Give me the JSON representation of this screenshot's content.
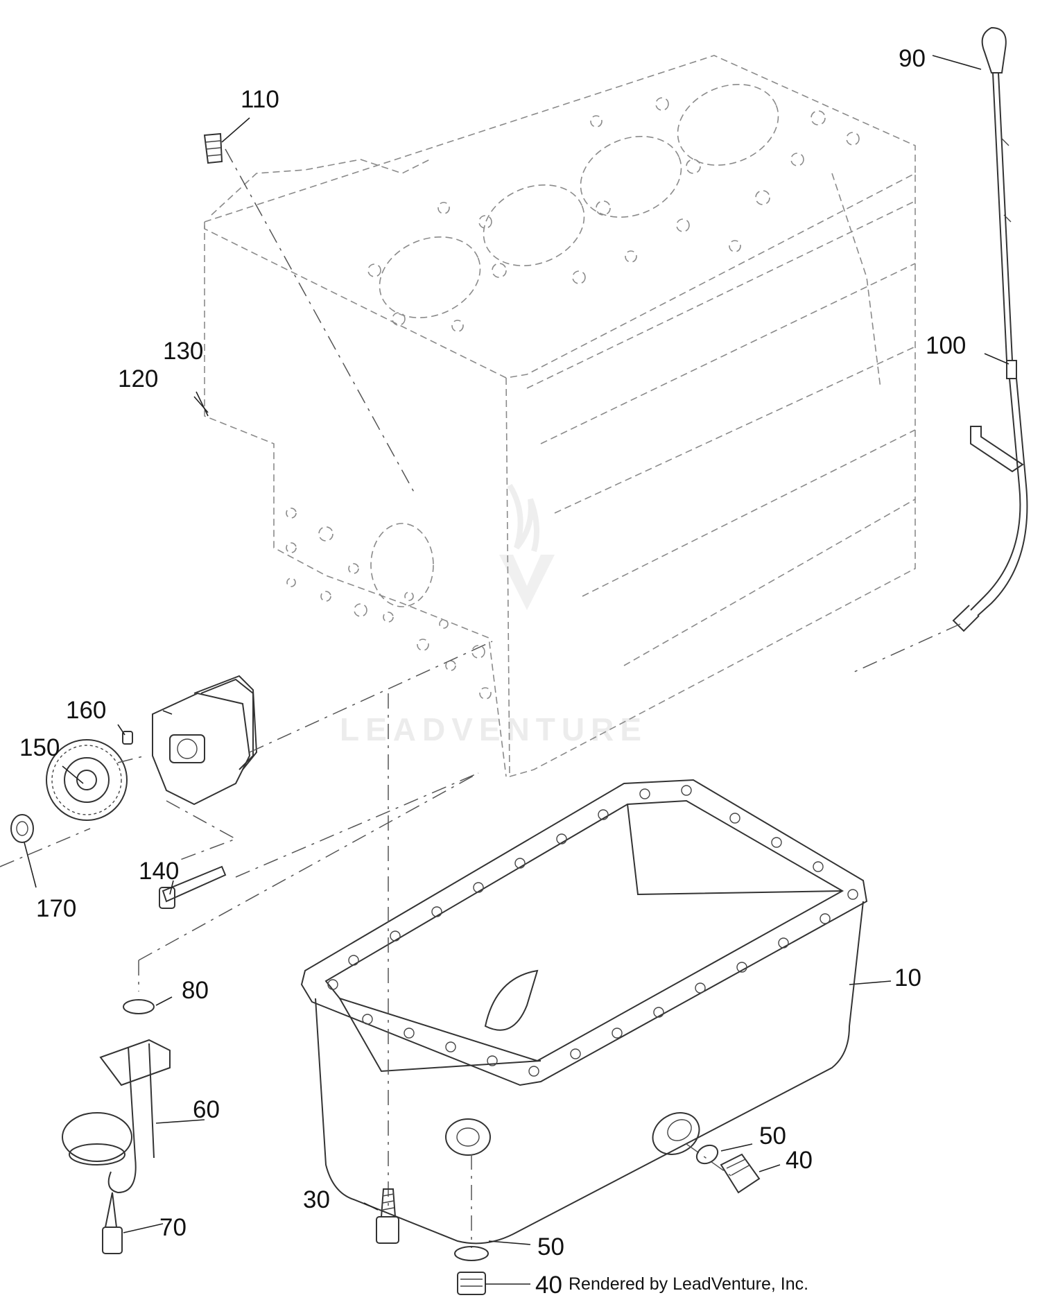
{
  "diagram": {
    "callouts": {
      "c90": "90",
      "c110": "110",
      "c100": "100",
      "c130": "130",
      "c120": "120",
      "c160": "160",
      "c150": "150",
      "c140": "140",
      "c170": "170",
      "c10": "10",
      "c80": "80",
      "c60": "60",
      "c50a": "50",
      "c40a": "40",
      "c30": "30",
      "c70": "70",
      "c50b": "50",
      "c40b": "40"
    },
    "watermark": "LEADVENTURE",
    "footer": "Rendered by LeadVenture, Inc."
  },
  "colors": {
    "line": "#333333",
    "ghost": "#8a8a8a",
    "watermark": "#ececec"
  }
}
